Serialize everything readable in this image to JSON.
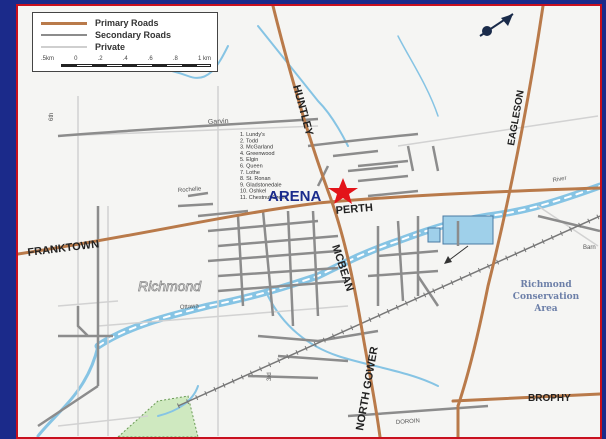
{
  "legend": {
    "primary": "Primary Roads",
    "secondary": "Secondary Roads",
    "private": "Private",
    "scale_ticks": [
      ".5km",
      "0",
      ".2",
      ".4",
      ".6",
      ".8",
      "1 km"
    ]
  },
  "colors": {
    "primary_road": "#b97a4a",
    "secondary_road": "#8c8c8c",
    "private_road": "#cfcfcf",
    "water": "#86c4e4",
    "frame": "#c8101e",
    "background": "#1b2a8a",
    "arena_star": "#e3141a",
    "arena_text": "#1a2b8c",
    "conservation_text": "#6c7fa8"
  },
  "roads": {
    "huntley": "HUNTLEY",
    "eagleson": "EAGLESON",
    "perth": "PERTH",
    "franktown": "FRANKTOWN",
    "mcbean": "MCBEAN",
    "north_gower": "NORTH GOWER",
    "brophy": "BROPHY",
    "garvin": "Garvin",
    "ottawa": "Ottawa",
    "rochelle": "Rochelle",
    "doboin": "DOROIN",
    "barn": "Barn",
    "river": "River",
    "sixth": "6th",
    "third": "3rd"
  },
  "labels": {
    "arena": "ARENA",
    "richmond": "Richmond",
    "conservation": [
      "Richmond",
      "Conservation",
      "Area"
    ]
  },
  "street_index": [
    "1. Lundy's",
    "2. Todd",
    "3. McGarland",
    "4. Greenwood",
    "5. Elgin",
    "6. Queen",
    "7. Lothe",
    "8. St. Ronan",
    "9. Gladstonedale",
    "10. Oshkel",
    "11. Chestnut Green"
  ]
}
